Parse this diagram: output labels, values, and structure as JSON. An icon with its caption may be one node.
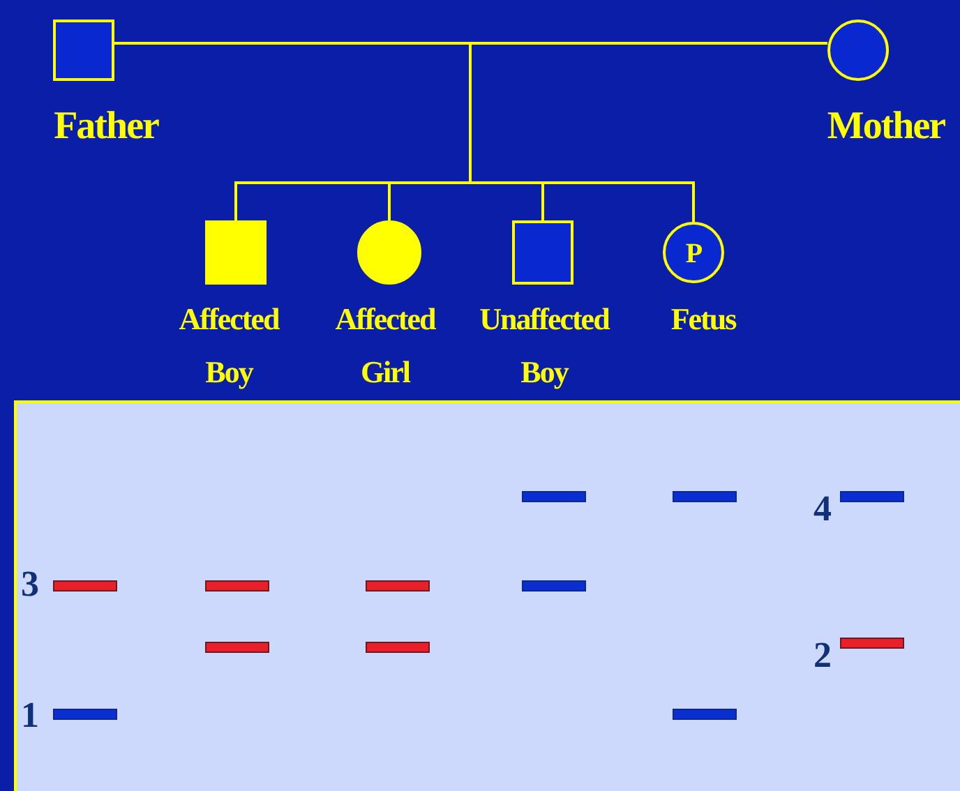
{
  "diagram": {
    "nodes": [
      {
        "text": [
          "Father"
        ]
      },
      {
        "text": [
          "Mother"
        ]
      },
      {
        "text": [
          "Affected Boy"
        ]
      },
      {
        "text": [
          "Affected Girl"
        ]
      },
      {
        "text": [
          "Unaffected Boy"
        ]
      },
      {
        "text": [
          "P",
          "Fetus"
        ]
      }
    ],
    "edges": [
      {
        "from": 0,
        "to": 1,
        "arrow": "none"
      },
      {
        "from": 0,
        "to": 2,
        "arrow": "none"
      },
      {
        "from": 0,
        "to": 3,
        "arrow": "none"
      },
      {
        "from": 0,
        "to": 4,
        "arrow": "none"
      },
      {
        "from": 0,
        "to": 5,
        "arrow": "none"
      },
      {
        "from": 1,
        "to": 2,
        "arrow": "none"
      },
      {
        "from": 1,
        "to": 3,
        "arrow": "none"
      },
      {
        "from": 1,
        "to": 4,
        "arrow": "none"
      },
      {
        "from": 1,
        "to": 5,
        "arrow": "none"
      }
    ],
    "labels": [
      "4",
      "3",
      "2",
      "1"
    ]
  }
}
